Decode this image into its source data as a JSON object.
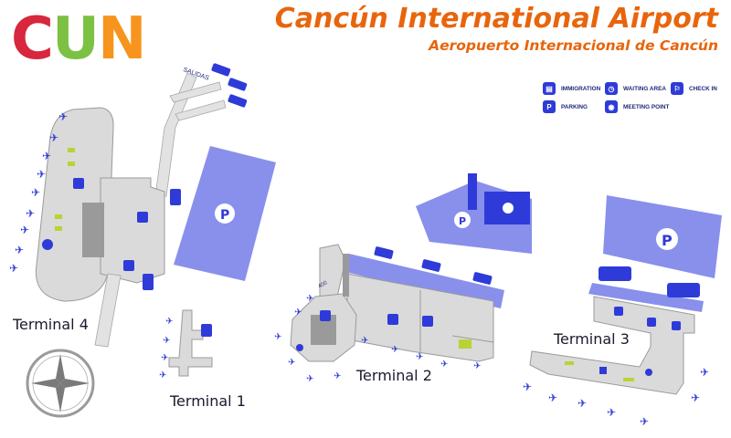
{
  "logo": {
    "letters": [
      "C",
      "U",
      "N"
    ],
    "colors": [
      "#d7263d",
      "#7cc142",
      "#f7941d"
    ]
  },
  "header": {
    "title": "Cancún International Airport",
    "subtitle": "Aeropuerto Internacional de Cancún"
  },
  "legend": [
    {
      "icon": "immigration-icon",
      "label": "IMMIGRATION"
    },
    {
      "icon": "waiting-area-icon",
      "label": "WAITING AREA"
    },
    {
      "icon": "check-in-icon",
      "label": "CHECK IN"
    },
    {
      "icon": "parking-icon",
      "label": "PARKING"
    },
    {
      "icon": "meeting-point-icon",
      "label": "MEETING POINT"
    }
  ],
  "map": {
    "road_label": "SALIDAS",
    "gate_label": "400",
    "parking_symbol": "P",
    "terminals": [
      "Terminal 4",
      "Terminal 1",
      "Terminal 2",
      "Terminal 3"
    ]
  },
  "colors": {
    "building": "#d9d9d9",
    "building_edge": "#9a9a9a",
    "parking": "#8890ec",
    "road": "#8890ec",
    "icon_blue": "#2f3bd8",
    "title_orange": "#e8650c",
    "jetbridge": "#b7d433"
  }
}
